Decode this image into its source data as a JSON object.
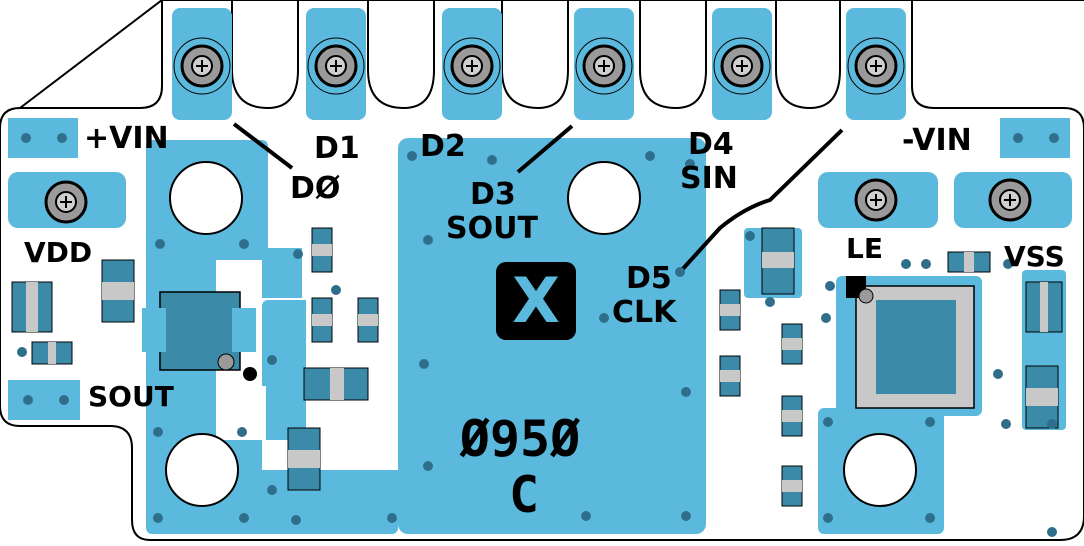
{
  "board": {
    "colors": {
      "board_outline": "#000000",
      "substrate": "#ffffff",
      "copper": "#5ab9dc",
      "copper_dark": "#3b8fb0",
      "via": "#2f6f8c",
      "component_body": "#3a8aa8",
      "component_end": "#c8c8c8",
      "trace_line": "#000000"
    },
    "pin_labels": {
      "vin_pos": "+VIN",
      "vin_neg": "-VIN",
      "d0": "DØ",
      "d1": "D1",
      "d2": "D2",
      "d3": "D3",
      "d3_function": "SOUT",
      "d4": "D4",
      "d4_function": "SIN",
      "d5": "D5",
      "d5_function": "CLK",
      "vdd": "VDD",
      "vss": "VSS",
      "le": "LE",
      "sout": "SOUT"
    },
    "marking": {
      "logo_letter": "X",
      "part_number": "Ø95Ø",
      "revision": "C"
    }
  }
}
